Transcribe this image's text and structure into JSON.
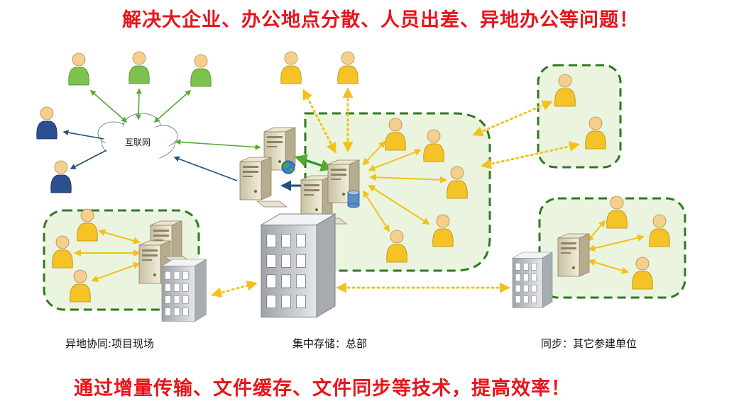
{
  "headline_top": "解决大企业、办公地点分散、人员出差、异地办公等问题！",
  "headline_bottom": "通过增量传输、文件缓存、文件同步等技术，提高效率！",
  "cloud_label": "互联网",
  "captions": {
    "left": "异地协同:项目现场",
    "center": "集中存储：总部",
    "right": "同步：其它参建单位"
  },
  "colors": {
    "headline": "#e8141b",
    "group_border": "#2f7a1f",
    "group_fill": "#eaf4df",
    "arrow_yellow": "#f2c21b",
    "arrow_green": "#55a830",
    "arrow_blue": "#24507a",
    "person_yellow": "#f5c326",
    "person_green": "#7cc24d",
    "person_blue": "#2c4f8f"
  },
  "icons": [
    "person-icon",
    "server-icon",
    "building-icon",
    "cloud-icon",
    "globe-icon",
    "database-icon"
  ]
}
